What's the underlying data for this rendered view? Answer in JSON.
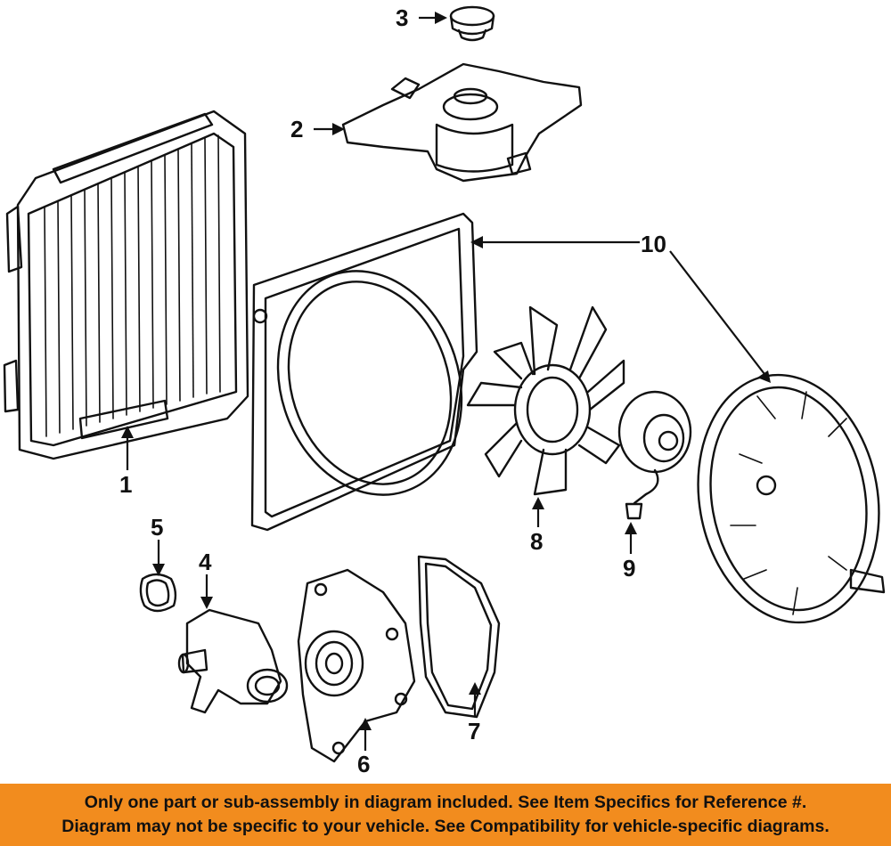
{
  "callouts": {
    "c1": "1",
    "c2": "2",
    "c3": "3",
    "c4": "4",
    "c5": "5",
    "c6": "6",
    "c7": "7",
    "c8": "8",
    "c9": "9",
    "c10": "10"
  },
  "banner": {
    "line1": "Only one part or sub-assembly in diagram included. See Item Specifics for Reference #.",
    "line2": "Diagram may not be specific to your vehicle. See Compatibility for vehicle-specific diagrams."
  },
  "colors": {
    "banner_background": "#f28c1e",
    "line_art": "#111111"
  }
}
